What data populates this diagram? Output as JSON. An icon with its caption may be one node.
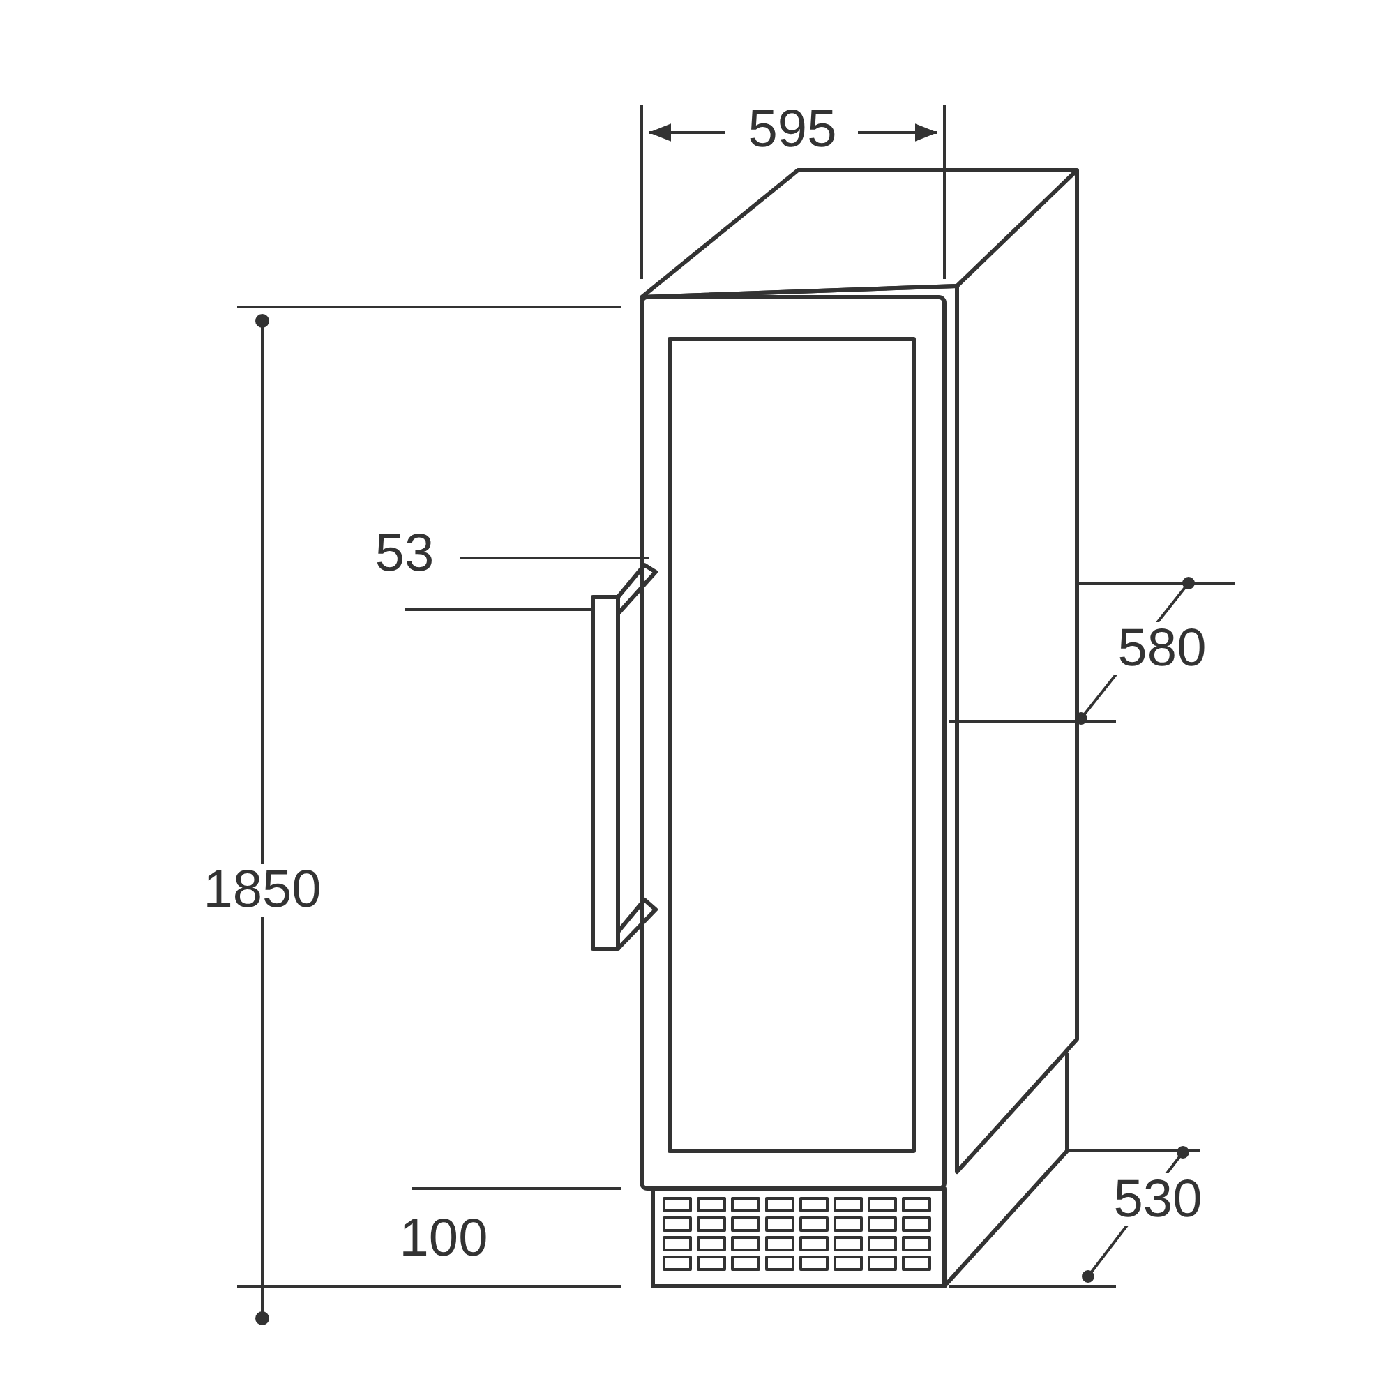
{
  "diagram": {
    "labels": [
      "595",
      "53",
      "580",
      "1850",
      "100",
      "530"
    ]
  }
}
